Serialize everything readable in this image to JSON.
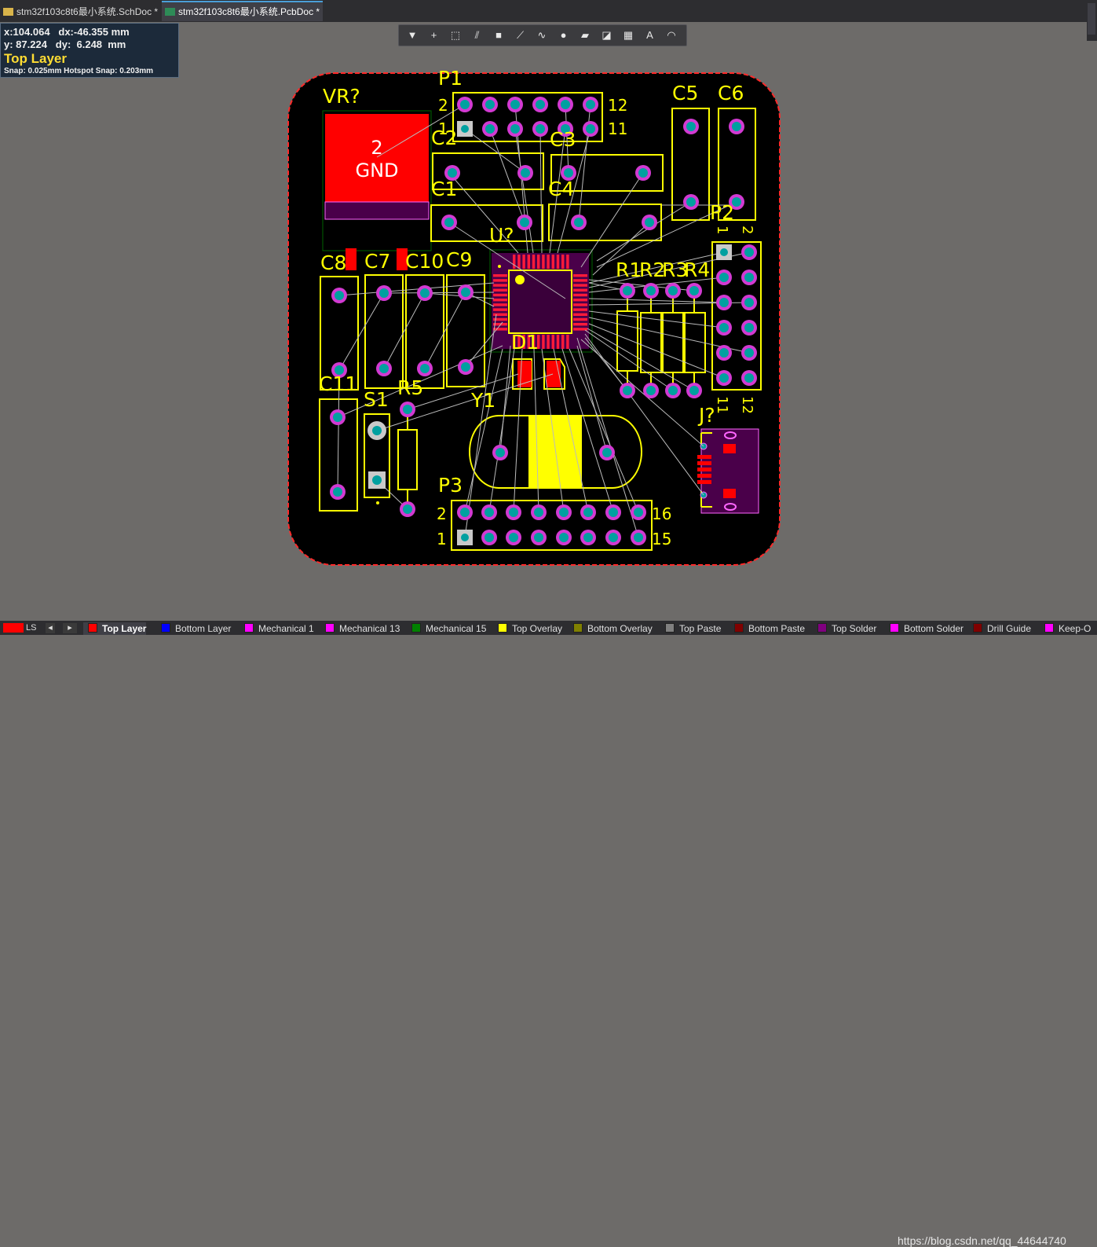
{
  "tabs": [
    {
      "label": "stm32f103c8t6最小系统.SchDoc *",
      "active": false,
      "icon": "schematic-doc-icon"
    },
    {
      "label": "stm32f103c8t6最小系统.PcbDoc *",
      "active": true,
      "icon": "pcb-doc-icon"
    }
  ],
  "info": {
    "x_line": "x:104.064   dx:-46.355 mm",
    "y_line": "y: 87.224   dy:  6.248  mm",
    "layer": "Top Layer",
    "snap": "Snap: 0.025mm Hotspot Snap: 0.203mm"
  },
  "toolbar": [
    {
      "icon": "filter-icon",
      "glyph": "▼"
    },
    {
      "icon": "crosshair-icon",
      "glyph": "+"
    },
    {
      "icon": "select-rect-icon",
      "glyph": "⬚"
    },
    {
      "icon": "align-icon",
      "glyph": "⫽"
    },
    {
      "icon": "component-icon",
      "glyph": "■"
    },
    {
      "icon": "route-icon",
      "glyph": "⟋"
    },
    {
      "icon": "diff-pair-icon",
      "glyph": "∿"
    },
    {
      "icon": "via-icon",
      "glyph": "●"
    },
    {
      "icon": "polygon-icon",
      "glyph": "▰"
    },
    {
      "icon": "region-icon",
      "glyph": "◪"
    },
    {
      "icon": "dimension-icon",
      "glyph": "▦"
    },
    {
      "icon": "text-icon",
      "glyph": "A"
    },
    {
      "icon": "arc-icon",
      "glyph": "◠"
    }
  ],
  "board": {
    "labels": {
      "vr": "VR?",
      "p1": "P1",
      "p1_pin2": "2",
      "p1_pin1": "1",
      "p1_pin12": "12",
      "p1_pin11": "11",
      "c5": "C5",
      "c6": "C6",
      "c2": "C2",
      "c3": "C3",
      "c1": "C1",
      "c4": "C4",
      "pad_num": "2",
      "pad_net": "GND",
      "u": "U?",
      "p2": "P2",
      "p2_pin1": "1",
      "p2_pin2": "2",
      "p2_pin11": "11",
      "p2_pin12": "12",
      "c8": "C8",
      "c7": "C7",
      "c10": "C10",
      "c9": "C9",
      "r1": "R1",
      "r2": "R2",
      "r3": "R3",
      "r4": "R4",
      "d1": "D1",
      "c11": "C11",
      "s1": "S1",
      "r5": "R5",
      "y1": "Y1",
      "j": "J?",
      "p3": "P3",
      "p3_pin2": "2",
      "p3_pin1": "1",
      "p3_pin16": "16",
      "p3_pin15": "15"
    },
    "colors": {
      "top_layer": "#ff0000",
      "overlay": "#ffff00",
      "pad": "#00a0a0",
      "pad_ring": "#d23ad2",
      "board": "#000000",
      "keepout": "#ff0000",
      "ratsnest": "#bbbbbb"
    }
  },
  "statusbar": {
    "ls_label": "LS",
    "layers": [
      {
        "name": "Top Layer",
        "color": "#ff0000",
        "active": true
      },
      {
        "name": "Bottom Layer",
        "color": "#0000ff",
        "active": false
      },
      {
        "name": "Mechanical 1",
        "color": "#ff00ff",
        "active": false
      },
      {
        "name": "Mechanical 13",
        "color": "#ff00ff",
        "active": false
      },
      {
        "name": "Mechanical 15",
        "color": "#008000",
        "active": false
      },
      {
        "name": "Top Overlay",
        "color": "#ffff00",
        "active": false
      },
      {
        "name": "Bottom Overlay",
        "color": "#808000",
        "active": false
      },
      {
        "name": "Top Paste",
        "color": "#808080",
        "active": false
      },
      {
        "name": "Bottom Paste",
        "color": "#800000",
        "active": false
      },
      {
        "name": "Top Solder",
        "color": "#800080",
        "active": false
      },
      {
        "name": "Bottom Solder",
        "color": "#ff00ff",
        "active": false
      },
      {
        "name": "Drill Guide",
        "color": "#800000",
        "active": false
      },
      {
        "name": "Keep-O",
        "color": "#ff00ff",
        "active": false
      }
    ],
    "watermark": "https://blog.csdn.net/qq_44644740"
  }
}
